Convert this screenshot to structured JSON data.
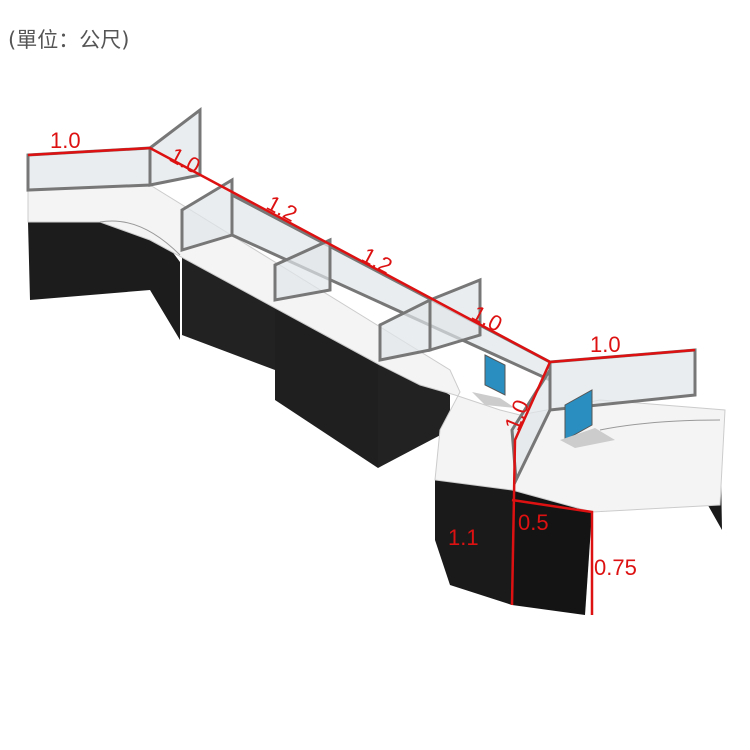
{
  "unit_note": "(單位：公尺)",
  "colors": {
    "dimension": "#dd1111",
    "desk_top": "#f4f4f4",
    "base": "#1c1c1c",
    "frame": "#777777"
  },
  "dimensions": {
    "top_left": "1.0",
    "top_second": "1.0",
    "top_third": "1.2",
    "top_fourth": "1.2",
    "top_fifth": "1.0",
    "right_wing": "1.0",
    "corner_divider": "1.0",
    "end_depth": "1.1",
    "end_width": "0.5",
    "height": "0.75"
  }
}
